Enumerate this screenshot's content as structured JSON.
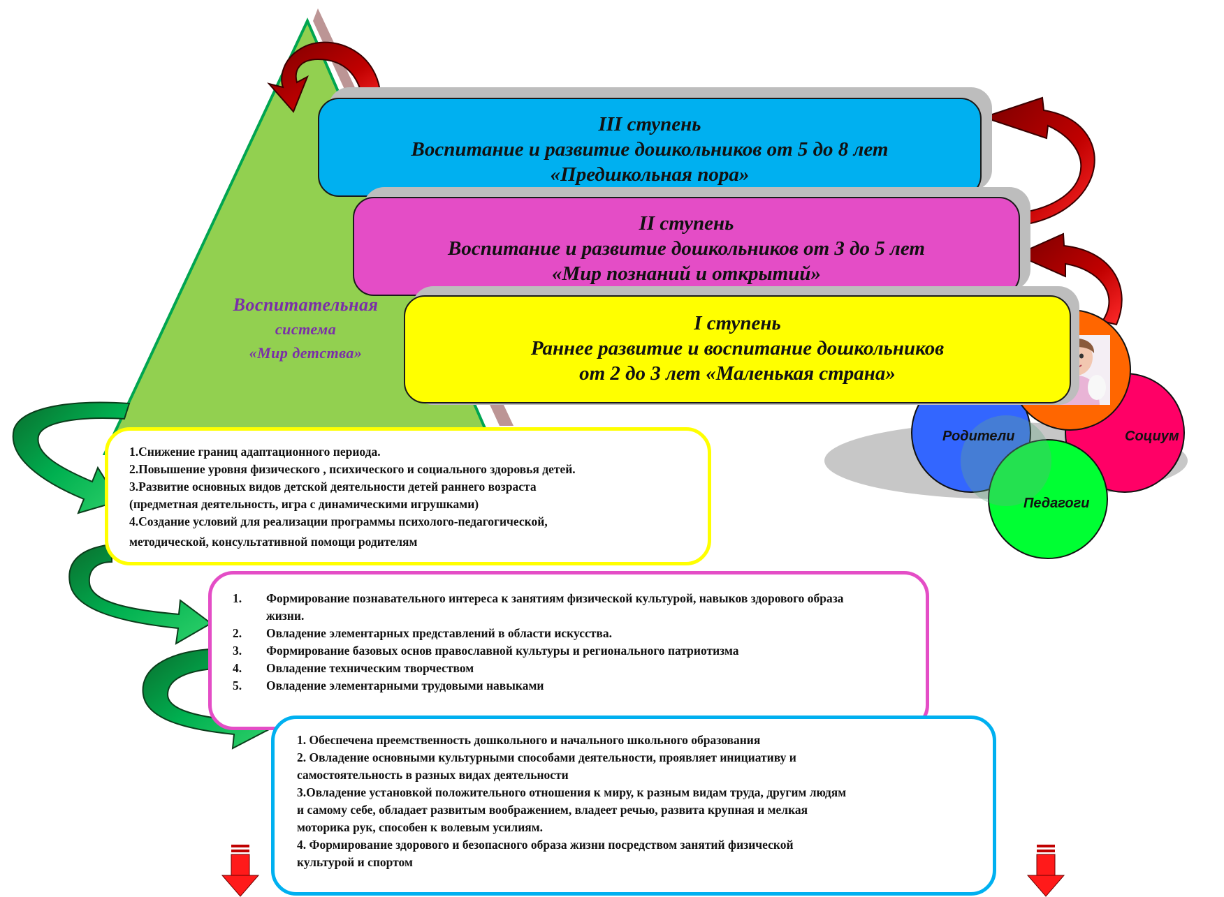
{
  "colors": {
    "pyramid": "#92d050",
    "stage3": "#00b0f0",
    "stage2": "#e44dc6",
    "stage1": "#ffff00",
    "box1_border": "#ffff00",
    "box2_border": "#e44dc6",
    "box3_border": "#00b0f0",
    "arrow_red": "#c00000",
    "arrow_green": "#00b050"
  },
  "pyramid_title": {
    "line1": "Воспитательная",
    "line2": "система",
    "line3": "«Мир детства»"
  },
  "stages": [
    {
      "line1": "III ступень",
      "line2": "Воспитание и развитие дошкольников от 5 до 8 лет",
      "line3": "«Предшкольная пора»"
    },
    {
      "line1": "II ступень",
      "line2": "Воспитание и развитие дошкольников от 3 до 5 лет",
      "line3": "«Мир познаний и открытий»"
    },
    {
      "line1": "I ступень",
      "line2": "Раннее развитие и воспитание дошкольников",
      "line3": "от 2  до 3 лет «Маленькая страна»"
    }
  ],
  "circles": {
    "parents": "Родители",
    "society": "Социум",
    "teachers": "Педагоги",
    "center_icon": "child-photo-icon"
  },
  "box1": [
    "1.Снижение границ адаптационного периода.",
    "2.Повышение уровня физического , психического и социального здоровья детей.",
    "3.Развитие основных видов детской деятельности детей раннего возраста",
    "(предметная деятельность, игра с динамическими игрушками)",
    "4.Создание условий для  реализации программы психолого-педагогической,",
    "методической, консультативной помощи родителям"
  ],
  "box2": [
    {
      "n": "1.",
      "text": "Формирование познавательного интереса к занятиям физической культурой, навыков здорового образа жизни."
    },
    {
      "n": "2.",
      "text": "Овладение элементарных представлений в области искусства."
    },
    {
      "n": "3.",
      "text": "Формирование базовых основ православной культуры и регионального патриотизма"
    },
    {
      "n": "4.",
      "text": "Овладение   техническим  творчеством"
    },
    {
      "n": "5.",
      "text": "Овладение элементарными трудовыми навыками"
    }
  ],
  "box3": [
    "1. Обеспечена преемственность дошкольного и начального школьного образования",
    "2.  Овладение основными культурными способами деятельности, проявляет инициативу и",
    "самостоятельность в разных видах деятельности",
    "3.Овладение установкой положительного отношения к миру, к разным видам труда, другим людям",
    "и самому себе, обладает развитым воображением, владеет речью, развита крупная и мелкая",
    "моторика рук, способен к волевым усилиям.",
    "4. Формирование здорового и безопасного образа жизни посредством занятий физической",
    "культурой и спортом"
  ]
}
